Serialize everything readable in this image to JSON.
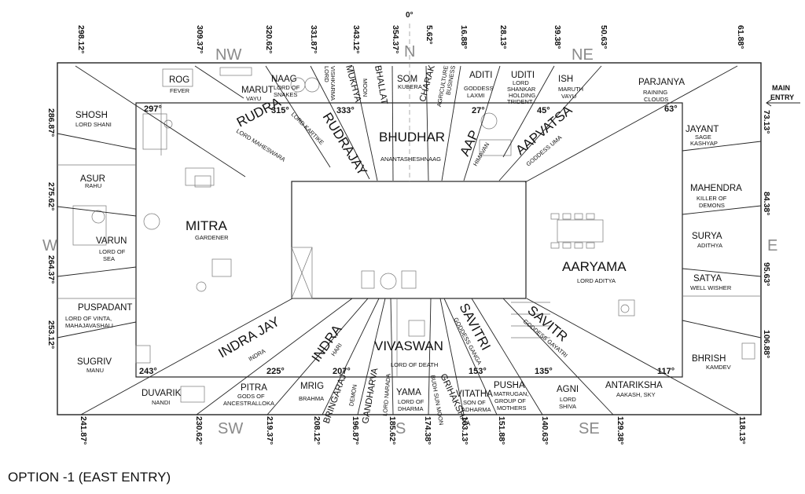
{
  "directions": {
    "n": "N",
    "ne": "NE",
    "e": "E",
    "se": "SE",
    "s": "S",
    "sw": "SW",
    "w": "W",
    "nw": "NW"
  },
  "zero_label": "0°",
  "entry": {
    "line1": "MAIN",
    "line2": "ENTRY"
  },
  "caption": "OPTION -1 (EAST ENTRY)",
  "top_degrees": [
    "298.12°",
    "309.37°",
    "320.62°",
    "331.87°",
    "343.12°",
    "354.37°",
    "5.62°",
    "16.88°",
    "28.13°",
    "39.38°",
    "50.63°",
    "61.88°"
  ],
  "bottom_degrees": [
    "241.87°",
    "230.62°",
    "219.37°",
    "208.12°",
    "196.87°",
    "185.62°",
    "174.38°",
    "163.13°",
    "151.88°",
    "140.63°",
    "129.38°",
    "118.13°"
  ],
  "left_degrees": [
    "286.87°",
    "275.62°",
    "264.37°",
    "253.12°"
  ],
  "right_degrees": [
    "73.13°",
    "84.38°",
    "95.63°",
    "106.88°"
  ],
  "angles": [
    "297°",
    "315°",
    "333°",
    "27°",
    "45°",
    "63°",
    "243°",
    "225°",
    "207°",
    "153°",
    "135°",
    "117°"
  ],
  "zones": {
    "rog": {
      "name": "ROG",
      "sub": "FEVER"
    },
    "marut": {
      "name": "MARUT",
      "sub": "VAYU"
    },
    "naag": {
      "name": "NAAG",
      "sub1": "LORD OF",
      "sub2": "SNAKES"
    },
    "lord_vishkarma": {
      "sub1": "LORD",
      "sub2": "VISHKARMA"
    },
    "mukhya": {
      "name": "MUKHYA"
    },
    "moon": {
      "sub": "MOON"
    },
    "bhallat": {
      "name": "BHALLAT"
    },
    "som": {
      "name": "SOM",
      "sub": "KUBERA"
    },
    "charak": {
      "name": "CHARAK"
    },
    "agri": {
      "sub1": "AGRICULTURE",
      "sub2": "BUSINESS"
    },
    "aditi": {
      "name": "ADITI",
      "sub1": "GODDESS",
      "sub2": "LAXMI"
    },
    "uditi": {
      "name": "UDITI",
      "sub1": "LORD",
      "sub2": "SHANKAR",
      "sub3": "HOLDING",
      "sub4": "TRIDENT"
    },
    "ish": {
      "name": "ISH",
      "sub1": "MARUTH",
      "sub2": "VAYU"
    },
    "parjanya": {
      "name": "PARJANYA",
      "sub1": "RAINING",
      "sub2": "CLOUDS"
    },
    "shosh": {
      "name": "SHOSH",
      "sub": "LORD SHANI"
    },
    "rudra": {
      "name": "RUDRA",
      "sub": "LORD MAHESWARA"
    },
    "lord_kartike": {
      "sub": "LORD KARTIKE"
    },
    "rudrajay": {
      "name": "RUDRAJAY"
    },
    "bhudhar": {
      "name": "BHUDHAR",
      "sub": "ANANTASHESHNAAG"
    },
    "aap": {
      "name": "AAP",
      "sub": "HIMAVAN"
    },
    "aapvatsa": {
      "name": "AAPVATSA",
      "sub": "GODDESS UMA"
    },
    "jayant": {
      "name": "JAYANT",
      "sub1": "SAGE",
      "sub2": "KASHYAP"
    },
    "asur": {
      "name": "ASUR",
      "sub": "RAHU"
    },
    "mahendra": {
      "name": "MAHENDRA",
      "sub1": "KILLER OF",
      "sub2": "DEMONS"
    },
    "mitra": {
      "name": "MITRA",
      "sub": "GARDENER"
    },
    "varun": {
      "name": "VARUN",
      "sub1": "LORD OF",
      "sub2": "SEA"
    },
    "surya": {
      "name": "SURYA",
      "sub": "ADITHYA"
    },
    "aaryama": {
      "name": "AARYAMA",
      "sub": "LORD ADITYA"
    },
    "satya": {
      "name": "SATYA",
      "sub": "WELL WISHER"
    },
    "puspadant": {
      "name": "PUSPADANT",
      "sub1": "LORD OF VINTA,",
      "sub2": "MAHAJAVASHALI"
    },
    "indra_jay": {
      "name": "INDRA JAY",
      "sub": "INDRA"
    },
    "indra": {
      "name": "INDRA",
      "sub": "HARI"
    },
    "vivaswan": {
      "name": "VIVASWAN",
      "sub": "LORD OF DEATH"
    },
    "savitri": {
      "name": "SAVITRI",
      "sub": "GODDESS GANGA"
    },
    "savitr": {
      "name": "SAVITR",
      "sub": "GODDESS GAYATRI"
    },
    "bhrish": {
      "name": "BHRISH",
      "sub": "KAMDEV"
    },
    "sugriv": {
      "name": "SUGRIV",
      "sub": "MANU"
    },
    "duvarik": {
      "name": "DUVARIK",
      "sub": "NANDI"
    },
    "pitra": {
      "name": "PITRA",
      "sub1": "GODS OF",
      "sub2": "ANCESTRALLOKA"
    },
    "mrig": {
      "name": "MRIG",
      "sub": "BRAHMA"
    },
    "demon": {
      "sub": "DEMON"
    },
    "bringaraj": {
      "name": "BRINGARAJ"
    },
    "gandharva": {
      "name": "GANDHARVA"
    },
    "lord_narada": {
      "sub": "LORD NARADA"
    },
    "yama": {
      "name": "YAMA",
      "sub1": "LORD OF",
      "sub2": "DHARMA"
    },
    "budh": {
      "sub": "BUDH SUN MOON"
    },
    "grihakshat": {
      "name": "GRIHAKSHAT"
    },
    "vitatha": {
      "name": "VITATHA",
      "sub1": "SON OF",
      "sub2": "ADHARMA"
    },
    "pusha": {
      "name": "PUSHA",
      "sub1": "MATRUGAN,",
      "sub2": "GROUP OF",
      "sub3": "MOTHERS"
    },
    "agni": {
      "name": "AGNI",
      "sub1": "LORD",
      "sub2": "SHIVA"
    },
    "antariksha": {
      "name": "ANTARIKSHA",
      "sub": "AAKASH, SKY"
    }
  }
}
